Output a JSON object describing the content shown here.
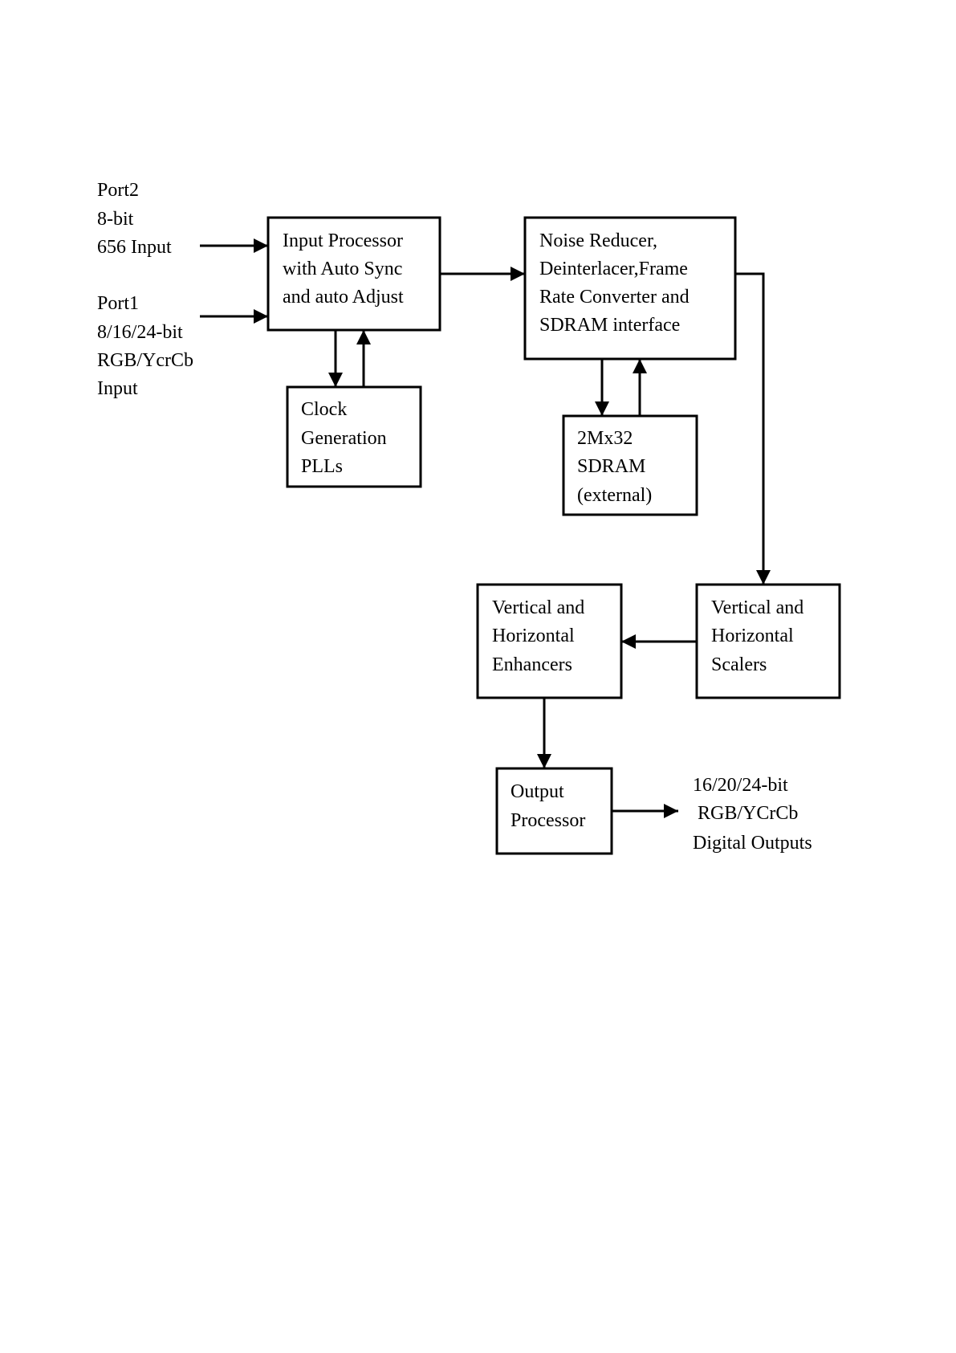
{
  "diagram": {
    "inputs": {
      "port2": [
        "Port2",
        "8-bit",
        "656 Input"
      ],
      "port1": [
        "Port1",
        "8/16/24-bit",
        "RGB/YcrCb",
        "Input"
      ]
    },
    "blocks": {
      "input_processor": [
        "Input  Processor",
        "with  Auto  Sync",
        "and auto Adjust"
      ],
      "clock_gen": [
        "Clock",
        "Generation",
        "PLLs"
      ],
      "noise_reducer": [
        "Noise Reducer,",
        "Deinterlacer,Frame",
        "Rate Converter and",
        "SDRAM interface"
      ],
      "sdram": [
        "2Mx32",
        "SDRAM",
        "(external)"
      ],
      "scalers": [
        "Vertical and",
        "Horizontal",
        "Scalers"
      ],
      "enhancers": [
        "Vertical and",
        "Horizontal",
        "Enhancers"
      ],
      "output_processor": [
        "Output",
        "Processor"
      ]
    },
    "outputs": {
      "digital": [
        "16/20/24-bit",
        " RGB/YCrCb",
        "Digital Outputs"
      ]
    }
  }
}
